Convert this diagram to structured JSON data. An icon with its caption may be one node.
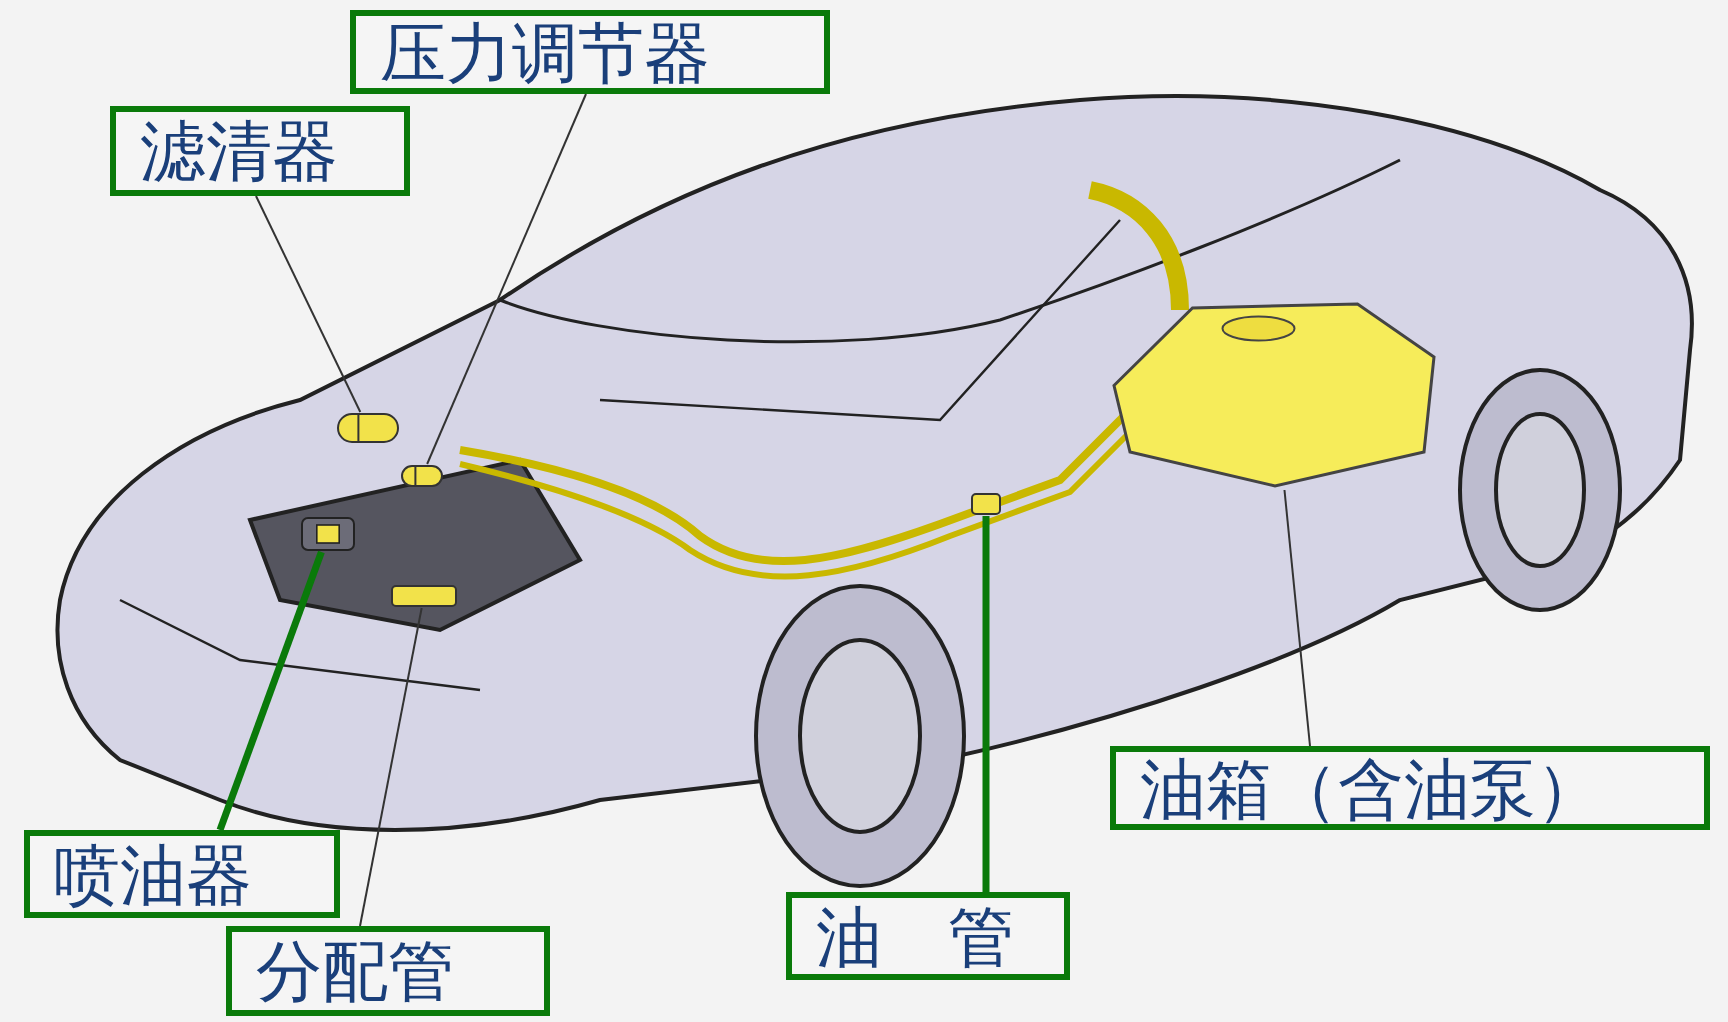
{
  "diagram": {
    "nodes": [
      {
        "text": [
          "压力调节器"
        ]
      },
      {
        "text": [
          "滤清器"
        ]
      },
      {
        "text": [
          "油箱（含油泵）"
        ]
      },
      {
        "text": [
          "喷油器"
        ]
      },
      {
        "text": [
          "油　管"
        ]
      },
      {
        "text": [
          "分配管"
        ]
      },
      {
        "text": [],
        "shape": "cylinder"
      },
      {
        "text": [],
        "shape": "cylinder"
      },
      {
        "text": [],
        "shape": "picture"
      },
      {
        "text": [],
        "shape": "picture"
      },
      {
        "text": [],
        "shape": "bar"
      },
      {
        "text": [],
        "shape": "bar"
      }
    ],
    "edges": [
      {
        "from": 0,
        "to": 6,
        "arrow": "none"
      },
      {
        "from": 1,
        "to": 7,
        "arrow": "none"
      },
      {
        "from": 2,
        "to": 8,
        "arrow": "none"
      },
      {
        "from": 3,
        "to": 9,
        "arrow": "none",
        "style": "thick",
        "color": "#0a7a0a"
      },
      {
        "from": 4,
        "to": 10,
        "arrow": "none",
        "style": "thick",
        "color": "#0a7a0a"
      },
      {
        "from": 5,
        "to": 11,
        "arrow": "none"
      }
    ]
  }
}
